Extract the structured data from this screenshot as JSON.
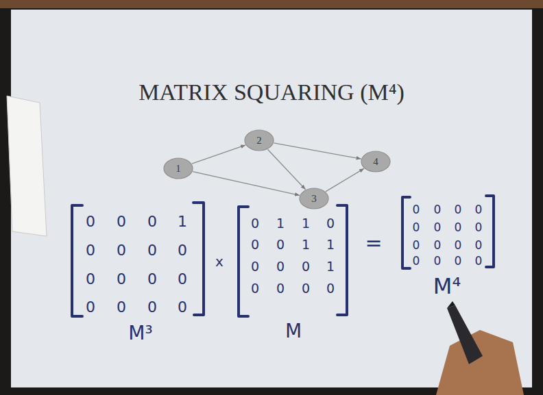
{
  "diagram": {
    "title": "MATRIX SQUARING (M⁴)",
    "nodes": [
      {
        "text": [
          "1"
        ]
      },
      {
        "text": [
          "2"
        ]
      },
      {
        "text": [
          "3"
        ]
      },
      {
        "text": [
          "4"
        ]
      }
    ],
    "edges": [
      {
        "from": 0,
        "to": 1,
        "arrow": "to"
      },
      {
        "from": 0,
        "to": 2,
        "arrow": "to"
      },
      {
        "from": 1,
        "to": 3,
        "arrow": "to"
      },
      {
        "from": 1,
        "to": 2,
        "arrow": "to"
      },
      {
        "from": 2,
        "to": 3,
        "arrow": "to"
      }
    ],
    "labels": [
      "0",
      "0",
      "0",
      "1",
      "0",
      "0",
      "0",
      "0",
      "0",
      "0",
      "0",
      "0",
      "0",
      "0",
      "0",
      "0",
      "0",
      "1",
      "1",
      "0",
      "0",
      "0",
      "1",
      "1",
      "0",
      "0",
      "0",
      "1",
      "0",
      "0",
      "0",
      "0",
      "0",
      "0",
      "0",
      "0",
      "0",
      "0",
      "0",
      "0",
      "0",
      "0",
      "0",
      "0",
      "0",
      "0",
      "0",
      "0",
      "x",
      "=",
      "M³",
      "M",
      "M⁴"
    ]
  }
}
